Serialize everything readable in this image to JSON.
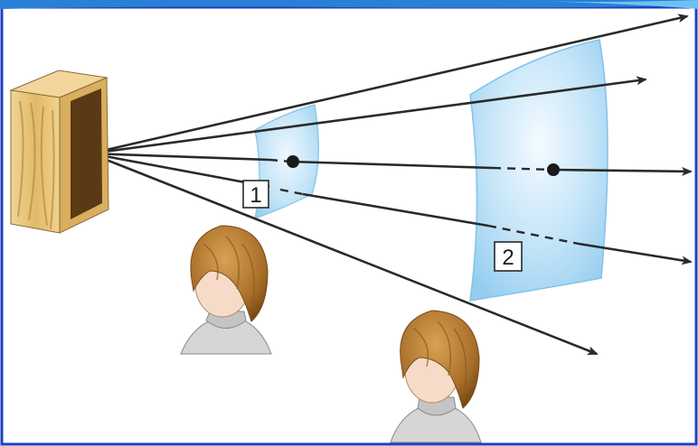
{
  "figure": {
    "region_labels": [
      {
        "id": "1",
        "text": "1"
      },
      {
        "id": "2",
        "text": "2"
      }
    ]
  },
  "colors": {
    "frame_blue": "#1f3fbf",
    "arrow": "#2a2a2a",
    "wavefront_fill": "#a9d8f5",
    "wavefront_edge": "#6fb6e6",
    "box_wood": "#e6c27a",
    "box_dark": "#5a3a14",
    "hair": "#b5813a",
    "skin": "#f6dcc8",
    "shirt": "#d8d8d8"
  }
}
